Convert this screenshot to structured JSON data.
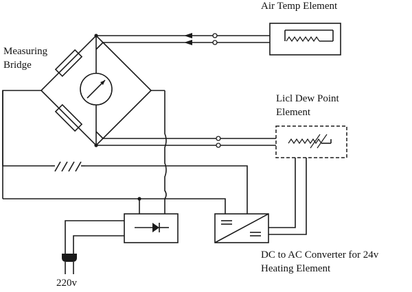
{
  "labels": {
    "air_temp": "Air Temp Element",
    "measuring_1": "Measuring",
    "measuring_2": "Bridge",
    "licl_1": "Licl Dew Point",
    "licl_2": "Element",
    "converter_1": "DC to AC Converter for 24v",
    "converter_2": "Heating Element",
    "voltage": "220v"
  }
}
